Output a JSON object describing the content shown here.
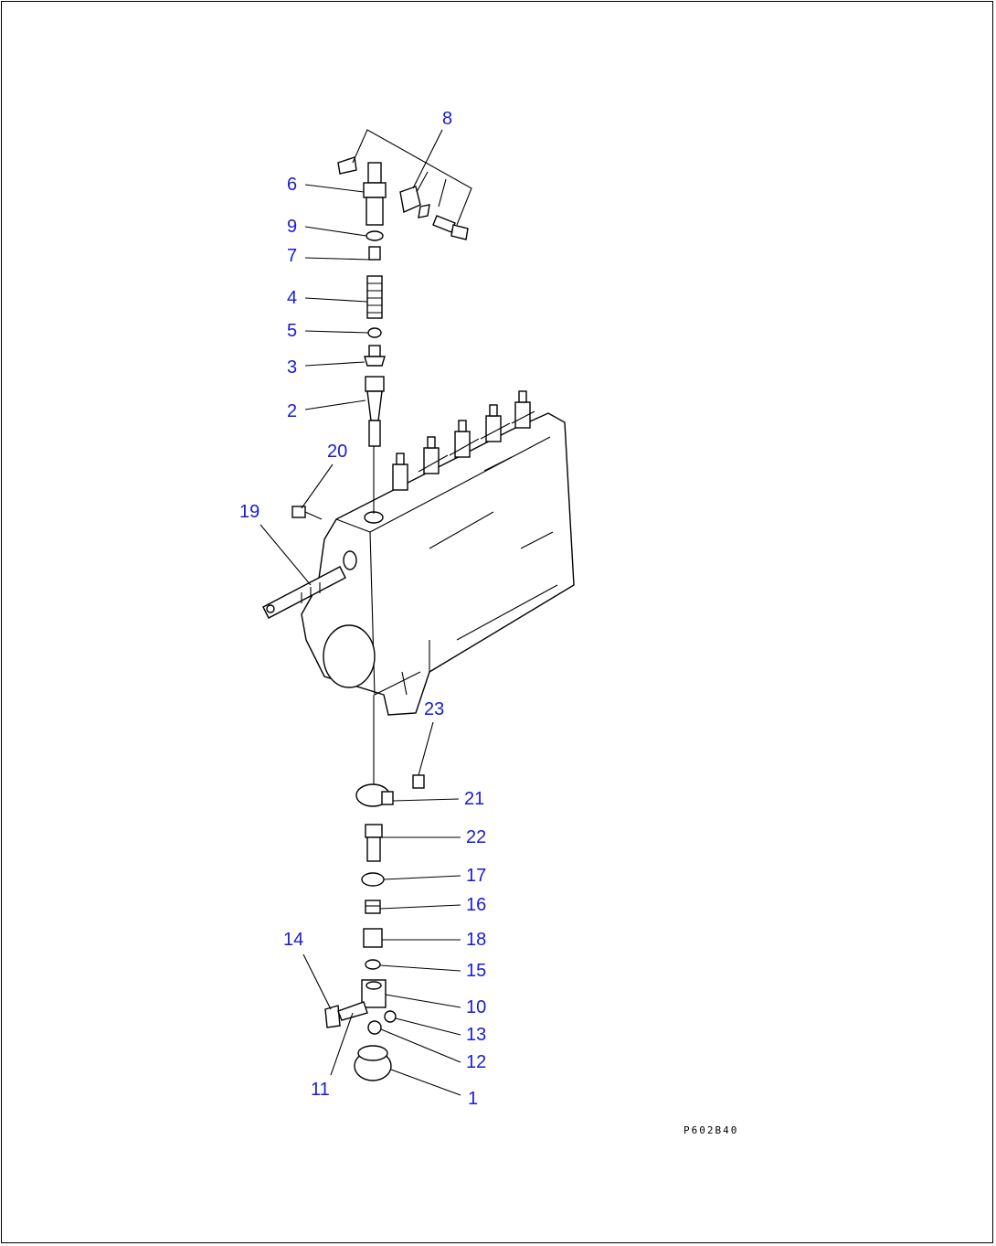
{
  "diagram": {
    "drawing_code": "P602B40",
    "callouts": [
      {
        "id": "c1",
        "text": "1"
      },
      {
        "id": "c2",
        "text": "2"
      },
      {
        "id": "c3",
        "text": "3"
      },
      {
        "id": "c4",
        "text": "4"
      },
      {
        "id": "c5",
        "text": "5"
      },
      {
        "id": "c6",
        "text": "6"
      },
      {
        "id": "c7",
        "text": "7"
      },
      {
        "id": "c8",
        "text": "8"
      },
      {
        "id": "c9",
        "text": "9"
      },
      {
        "id": "c10",
        "text": "10"
      },
      {
        "id": "c11",
        "text": "11"
      },
      {
        "id": "c12",
        "text": "12"
      },
      {
        "id": "c13",
        "text": "13"
      },
      {
        "id": "c14",
        "text": "14"
      },
      {
        "id": "c15",
        "text": "15"
      },
      {
        "id": "c16",
        "text": "16"
      },
      {
        "id": "c17",
        "text": "17"
      },
      {
        "id": "c18",
        "text": "18"
      },
      {
        "id": "c19",
        "text": "19"
      },
      {
        "id": "c20",
        "text": "20"
      },
      {
        "id": "c21",
        "text": "21"
      },
      {
        "id": "c22",
        "text": "22"
      },
      {
        "id": "c23",
        "text": "23"
      }
    ],
    "callout_color": "#1a1ad6"
  }
}
